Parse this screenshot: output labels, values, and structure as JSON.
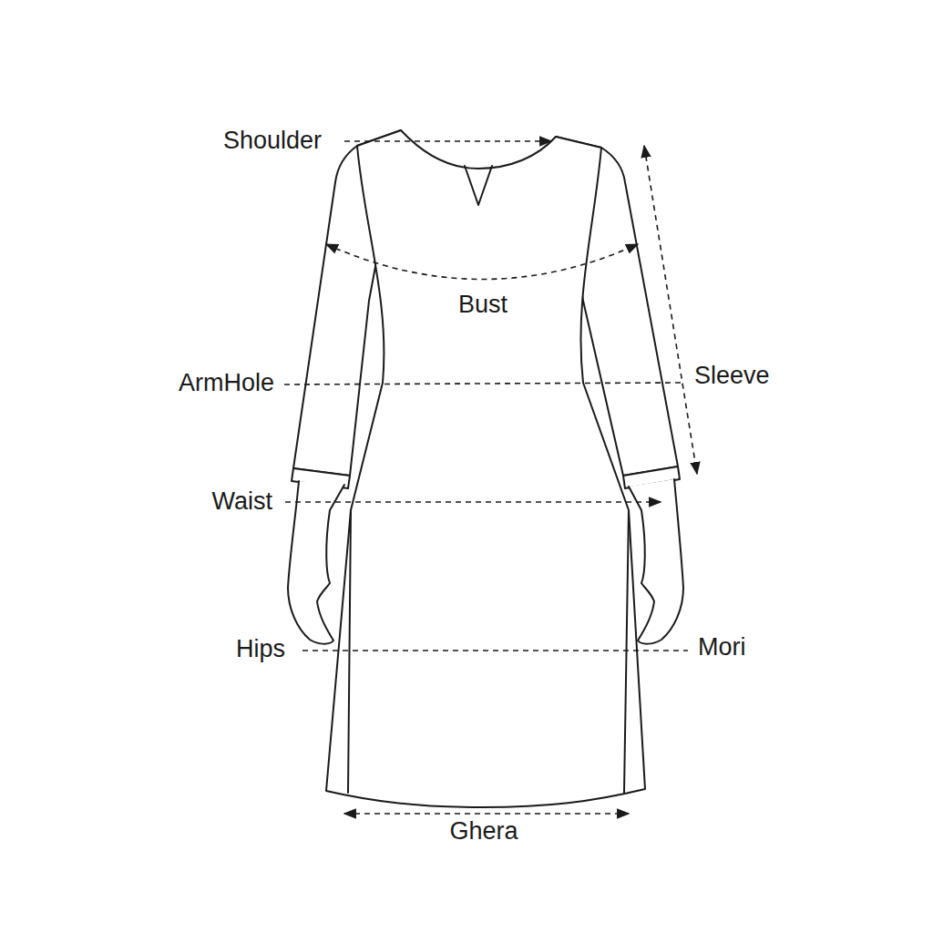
{
  "diagram": {
    "labels": [
      "Shoulder",
      "Bust",
      "ArmHole",
      "Sleeve",
      "Waist",
      "Hips",
      "Mori",
      "Ghera"
    ]
  }
}
